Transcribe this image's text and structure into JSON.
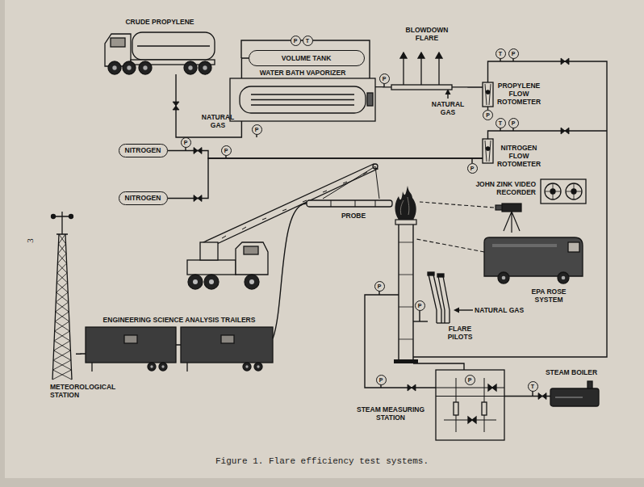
{
  "diagram": {
    "caption": "Figure 1. Flare efficiency test systems.",
    "nodes": [
      {
        "text": [
          "CRUDE PROPYLENE"
        ]
      },
      {
        "text": [
          "VOLUME TANK"
        ]
      },
      {
        "text": [
          "WATER BATH VAPORIZER"
        ]
      },
      {
        "text": [
          "BLOWDOWN FLARE"
        ]
      },
      {
        "text": [
          "PROPYLENE FLOW ROTOMETER"
        ]
      },
      {
        "text": [
          "NITROGEN"
        ]
      },
      {
        "text": [
          "NITROGEN"
        ]
      },
      {
        "text": [
          "NITROGEN FLOW ROTOMETER"
        ]
      },
      {
        "text": [
          "PROBE"
        ]
      },
      {
        "text": [
          "JOHN ZINK VIDEO RECORDER"
        ]
      },
      {
        "text": [
          "EPA ROSE SYSTEM"
        ]
      },
      {
        "text": [
          "FLARE PILOTS"
        ]
      },
      {
        "text": [
          "ENGINEERING SCIENCE ANALYSIS TRAILERS"
        ]
      },
      {
        "text": [
          "METEOROLOGICAL STATION"
        ]
      },
      {
        "text": [
          "STEAM MEASURING STATION"
        ]
      },
      {
        "text": [
          "STEAM BOILER"
        ]
      }
    ],
    "edges": [
      {
        "from": 0,
        "to": 2,
        "arrow": "none"
      },
      {
        "from": 2,
        "to": 1,
        "arrow": "none"
      },
      {
        "from": 2,
        "to": 3,
        "arrow": "none"
      },
      {
        "from": 3,
        "to": 4,
        "arrow": "none"
      },
      {
        "from": 5,
        "to": 7,
        "arrow": "none"
      },
      {
        "from": 6,
        "to": 7,
        "arrow": "none"
      },
      {
        "from": 8,
        "to": 12,
        "arrow": "none"
      },
      {
        "from": 12,
        "to": 13,
        "arrow": "none"
      },
      {
        "from": 15,
        "to": 14,
        "arrow": "none"
      }
    ],
    "labels": [
      "NATURAL GAS",
      "NATURAL GAS",
      "NATURAL GAS",
      "3",
      "P",
      "T",
      "P",
      "P",
      "T",
      "P",
      "P",
      "T",
      "P",
      "P",
      "P",
      "P",
      "P",
      "P",
      "P",
      "P",
      "T"
    ]
  }
}
